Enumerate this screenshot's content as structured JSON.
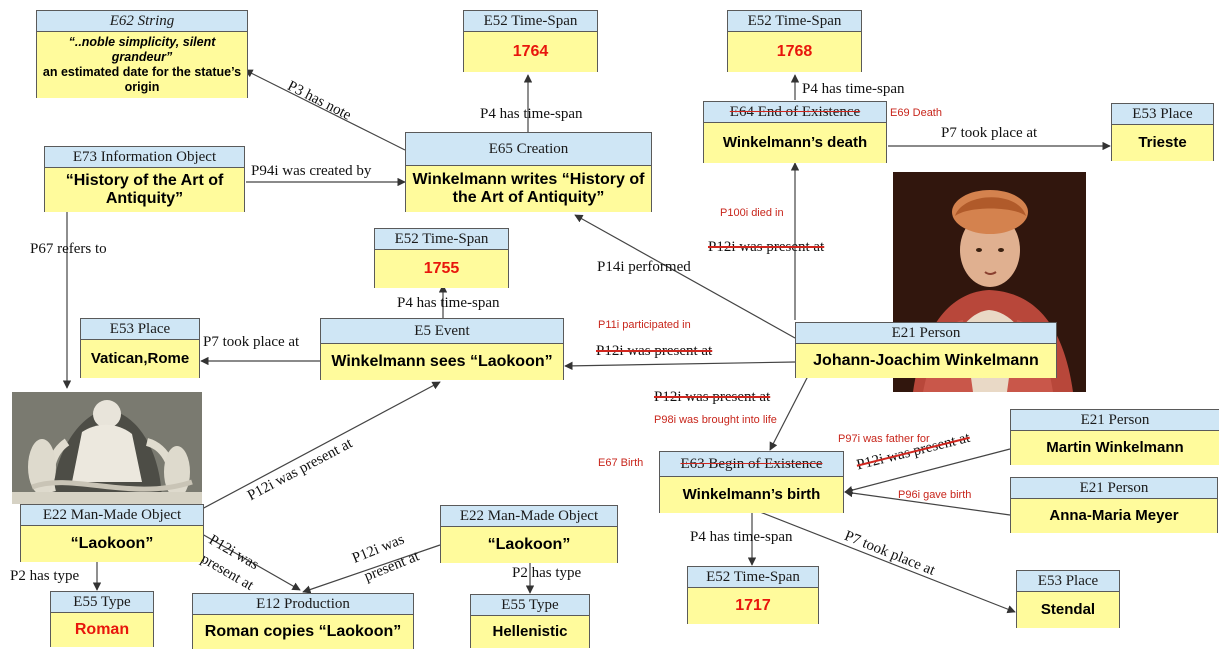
{
  "nodes": {
    "string": {
      "cls": "E62 String",
      "text_a": "“..noble simplicity,  silent grandeur”",
      "text_b": " an estimated date for the statue’s origin"
    },
    "ts1764": {
      "cls": "E52 Time-Span",
      "text": "1764"
    },
    "ts1768": {
      "cls": "E52 Time-Span",
      "text": "1768"
    },
    "end": {
      "cls": "E64 End of Existence",
      "text": "Winkelmann’s death"
    },
    "trieste": {
      "cls": "E53 Place",
      "text": "Trieste"
    },
    "info": {
      "cls": "E73 Information  Object",
      "text": "“History of the Art of Antiquity”"
    },
    "creation": {
      "cls": "E65 Creation",
      "text": "Winkelmann writes “History of the Art of Antiquity”"
    },
    "ts1755": {
      "cls": "E52 Time-Span",
      "text": "1755"
    },
    "vatican": {
      "cls": "E53 Place",
      "text": "Vatican,Rome"
    },
    "event": {
      "cls": "E5 Event",
      "text": "Winkelmann sees “Laokoon”"
    },
    "johann": {
      "cls": "E21 Person",
      "text": "Johann-Joachim Winkelmann"
    },
    "martin": {
      "cls": "E21 Person",
      "text": "Martin Winkelmann"
    },
    "birth": {
      "cls": "E63 Begin of Existence",
      "text": "Winkelmann’s birth"
    },
    "anna": {
      "cls": "E21 Person",
      "text": "Anna-Maria Meyer"
    },
    "laokoon1": {
      "cls": "E22 Man-Made Object",
      "text": "“Laokoon”"
    },
    "laokoon2": {
      "cls": "E22 Man-Made Object",
      "text": "“Laokoon”"
    },
    "roman": {
      "cls": "E55 Type",
      "text": "Roman"
    },
    "production": {
      "cls": "E12 Production",
      "text": "Roman copies “Laokoon”"
    },
    "hellenistic": {
      "cls": "E55 Type",
      "text": "Hellenistic"
    },
    "ts1717": {
      "cls": "E52 Time-Span",
      "text": "1717"
    },
    "stendal": {
      "cls": "E53 Place",
      "text": "Stendal"
    }
  },
  "edge_labels": {
    "p3": "P3 has note",
    "p4_creation": "P4 has time-span",
    "p4_end": "P4 has time-span",
    "p7_end": "P7 took place at",
    "p94i": "P94i was created by",
    "p67": "P67 refers to",
    "p14i": "P14i performed",
    "p12i_death": "P12i was present at",
    "p4_event": "P4 has time-span",
    "p7_event": "P7 took place at",
    "p12i_event": "P12i was present at",
    "p12i_birth": "P12i was present at",
    "p12i_laokoon": "P12i was present at",
    "p12i_was": "P12i was",
    "present_at": "present at",
    "p12i_was2": "P12i was",
    "present_at2": "present at",
    "p2_roman": "P2 has type",
    "p2_hell": "P2 has type",
    "p12i_martin": "P12i was present at",
    "p4_birth": "P4 has time-span",
    "p7_birth": "P7 took place at"
  },
  "annotations": {
    "e69": "E69 Death",
    "p100i": "P100i died in",
    "p11i": "P11i participated in",
    "p98i": "P98i was brought into life",
    "e67": "E67 Birth",
    "p97i": "P97i was father for",
    "p96i": "P96i gave birth"
  },
  "colors": {
    "header": "#cfe6f5",
    "body": "#fffb9c",
    "red": "#e8160c",
    "annotation": "#c8261c"
  }
}
